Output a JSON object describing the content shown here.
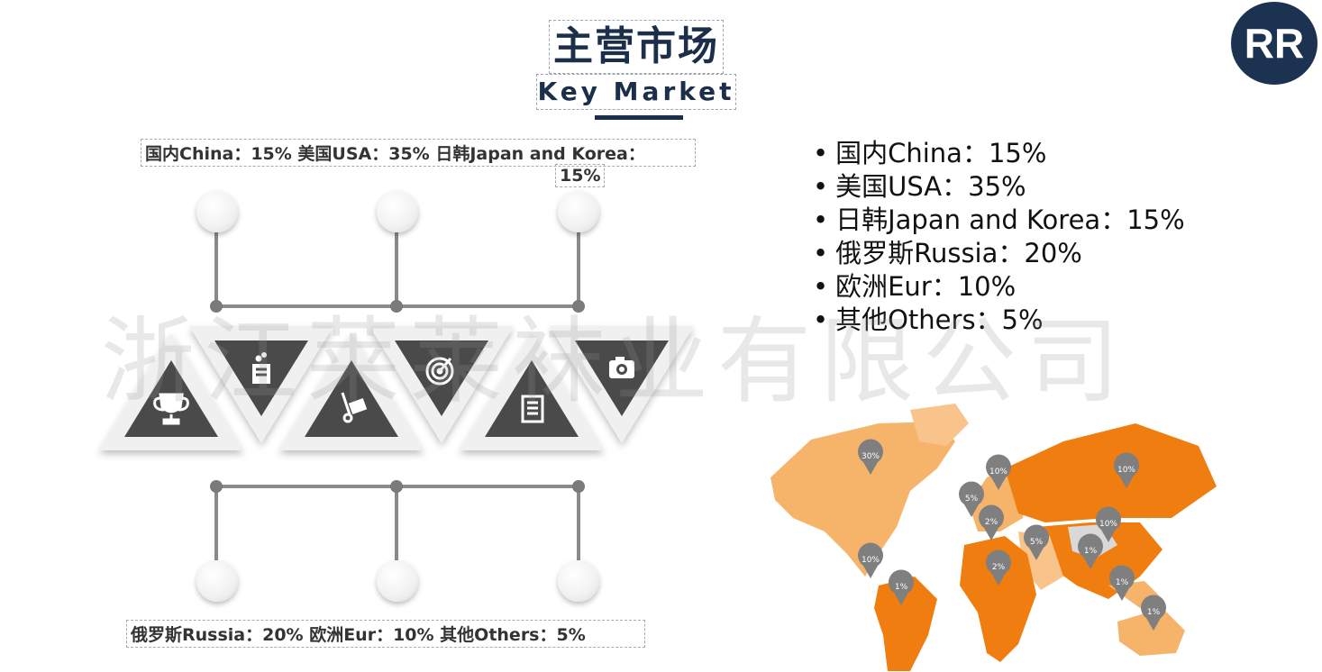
{
  "title": {
    "cn": "主营市场",
    "en": "Key Market"
  },
  "logo": {
    "text": "RR"
  },
  "labels": {
    "top": "国内China：15%   美国USA：35%   日韩Japan and Korea：",
    "top_tail": "15%",
    "bottom": "俄罗斯Russia：20%  欧洲Eur：10%    其他Others：5%"
  },
  "markets": [
    "国内China：15%",
    "美国USA：35%",
    "日韩Japan and Korea：15%",
    "俄罗斯Russia：20%",
    "欧洲Eur：10%",
    "其他Others：5%"
  ],
  "icons": [
    "trophy-icon",
    "flask-icon",
    "hand-truck-icon",
    "target-icon",
    "checklist-icon",
    "camera-icon"
  ],
  "watermark": "浙江莱莱袜业有限公司",
  "map_pins": [
    "30%",
    "10%",
    "5%",
    "2%",
    "10%",
    "10%",
    "5%",
    "10%",
    "1%",
    "2%",
    "1%",
    "1%",
    "1%"
  ],
  "colors": {
    "navy": "#1b2f4a",
    "orange": "#f07d10",
    "light_orange": "#f6b46b",
    "triangle_dark": "#4a4a4a"
  }
}
